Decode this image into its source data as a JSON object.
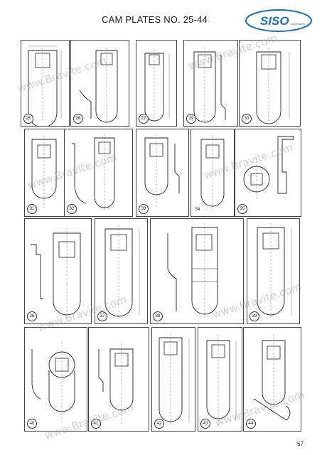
{
  "header": {
    "title": "CAM PLATES NO. 25-44"
  },
  "logo": {
    "text": "SISO",
    "subtext": "DENMARK",
    "color": "#1d6fb5"
  },
  "watermark": "www.Bravite.com",
  "page_number": "67",
  "plates": [
    {
      "id": "plate-25",
      "number": "25"
    },
    {
      "id": "plate-26",
      "number": "26"
    },
    {
      "id": "plate-27",
      "number": "27"
    },
    {
      "id": "plate-29",
      "number": "29"
    },
    {
      "id": "plate-30",
      "number": "30"
    },
    {
      "id": "plate-31",
      "number": "31"
    },
    {
      "id": "plate-32",
      "number": "32"
    },
    {
      "id": "plate-33",
      "number": "33"
    },
    {
      "id": "plate-34",
      "number": "34"
    },
    {
      "id": "plate-35",
      "number": "35"
    },
    {
      "id": "plate-36",
      "number": "36"
    },
    {
      "id": "plate-37",
      "number": "37"
    },
    {
      "id": "plate-38",
      "number": "38"
    },
    {
      "id": "plate-39",
      "number": "39"
    },
    {
      "id": "plate-40",
      "number": "40"
    },
    {
      "id": "plate-41",
      "number": "41"
    },
    {
      "id": "plate-42",
      "number": "42"
    },
    {
      "id": "plate-43",
      "number": "43"
    },
    {
      "id": "plate-44",
      "number": "44"
    }
  ]
}
